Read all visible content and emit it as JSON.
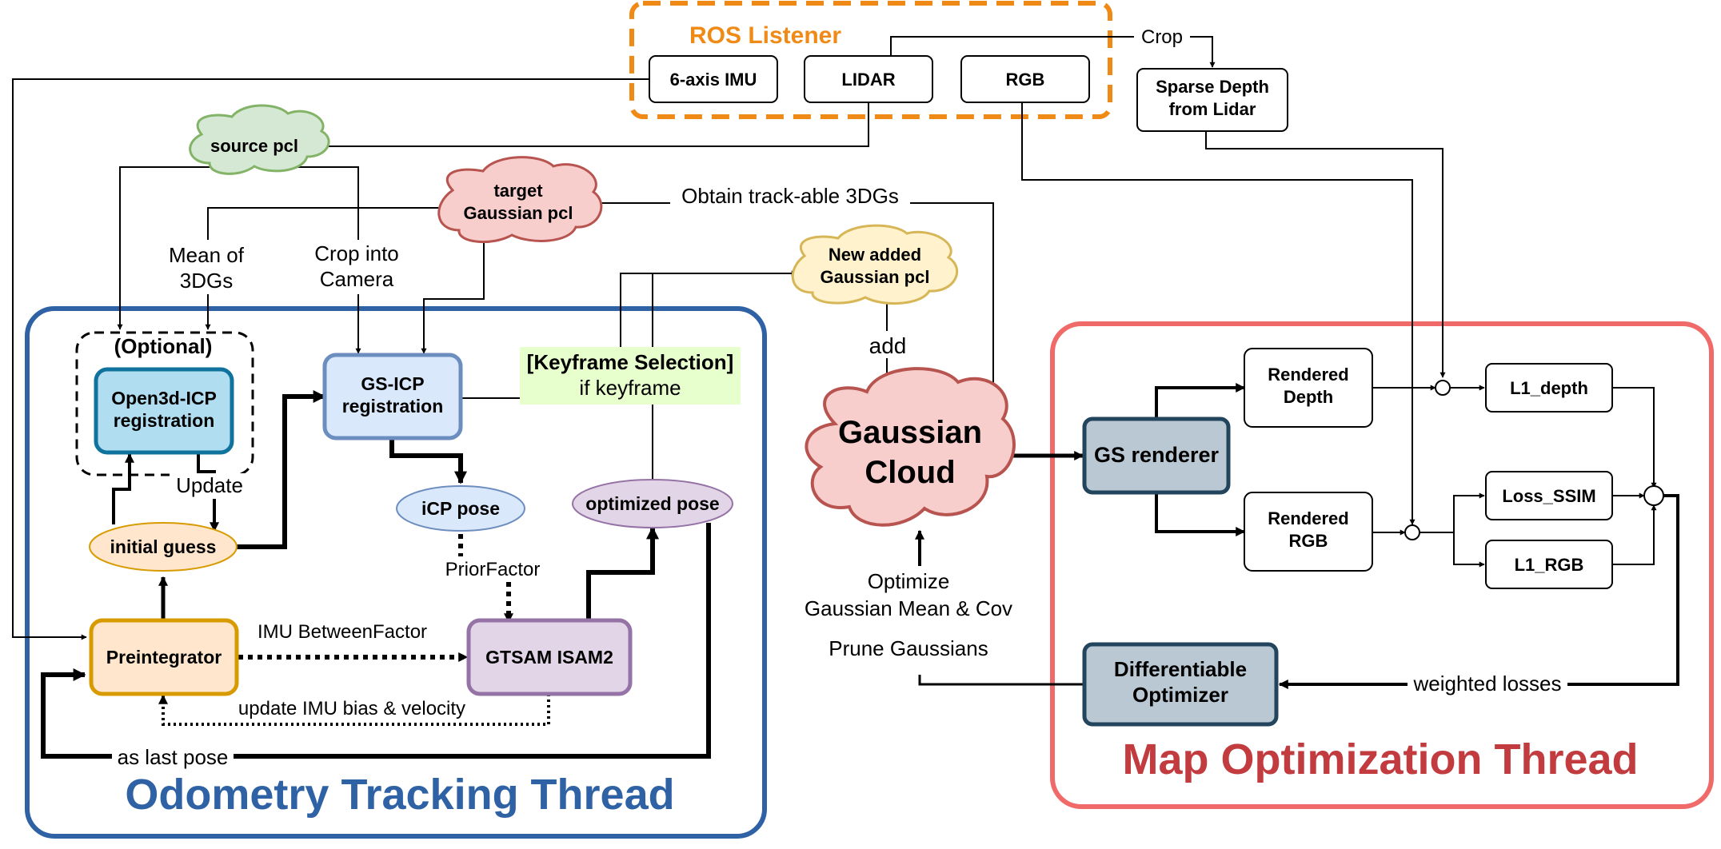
{
  "ros_listener": {
    "title": "ROS Listener",
    "imu": "6-axis IMU",
    "lidar": "LIDAR",
    "rgb": "RGB",
    "crop_label": "Crop",
    "sparse_depth": [
      "Sparse Depth",
      "from Lidar"
    ]
  },
  "clouds": {
    "source_pcl": "source pcl",
    "target_pcl": [
      "target",
      "Gaussian pcl"
    ],
    "new_added": [
      "New added",
      "Gaussian pcl"
    ],
    "gaussian_cloud": [
      "Gaussian",
      "Cloud"
    ]
  },
  "edge_labels": {
    "obtain_trackable": "Obtain track-able 3DGs",
    "mean_of": [
      "Mean of",
      "3DGs"
    ],
    "crop_into_camera": [
      "Crop into",
      "Camera"
    ],
    "add": "add",
    "update": "Update",
    "prior_factor": "PriorFactor",
    "imu_between": "IMU BetweenFactor",
    "update_imu_bias": "update IMU bias & velocity",
    "as_last_pose": "as last pose",
    "optimize": [
      "Optimize",
      "Gaussian Mean & Cov"
    ],
    "prune": "Prune Gaussians",
    "weighted_losses": "weighted losses"
  },
  "odometry": {
    "title": "Odometry Tracking Thread",
    "optional": "(Optional)",
    "open3d_icp": [
      "Open3d-ICP",
      "registration"
    ],
    "gs_icp": [
      "GS-ICP",
      "registration"
    ],
    "keyframe": [
      "[Keyframe Selection]",
      "if keyframe"
    ],
    "icp_pose": "iCP pose",
    "optimized_pose": "optimized pose",
    "initial_guess": "initial guess",
    "preintegrator": "Preintegrator",
    "gtsam": "GTSAM ISAM2"
  },
  "mapping": {
    "title": "Map Optimization Thread",
    "gs_renderer": "GS renderer",
    "rendered_depth": [
      "Rendered",
      "Depth"
    ],
    "rendered_rgb": [
      "Rendered",
      "RGB"
    ],
    "l1_depth": "L1_depth",
    "loss_ssim": "Loss_SSIM",
    "l1_rgb": "L1_RGB",
    "diff_optimizer": [
      "Differentiable",
      "Optimizer"
    ]
  },
  "colors": {
    "ros_orange": "#f08a16",
    "odometry_blue": "#2f62a4",
    "map_red": "#c23b3f",
    "map_border": "#f06a6a"
  }
}
